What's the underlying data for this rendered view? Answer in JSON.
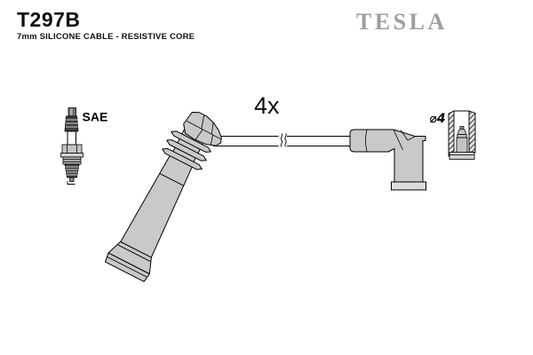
{
  "header": {
    "part_number": "T297B",
    "subtitle": "7mm SILICONE CABLE - RESISTIVE CORE",
    "brand": "TESLA"
  },
  "diagram": {
    "quantity_label": "4x",
    "spark_plug_standard_label": "SAE",
    "terminal_diameter_label": "⌀4",
    "colors": {
      "boot_fill": "#c9c9c9",
      "collar_fill": "#dcdcdc",
      "outline": "#000000",
      "brand_gray": "#9e9e9e",
      "hatch_bg": "#e3e3e3",
      "plug_dark": "#3f3f3f"
    }
  }
}
